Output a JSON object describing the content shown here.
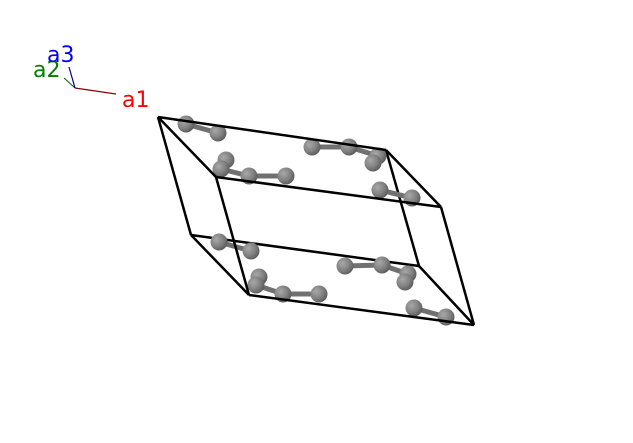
{
  "axes": {
    "a1": {
      "label": "a1",
      "color": "#ff0000",
      "line_color": "#8b0000"
    },
    "a2": {
      "label": "a2",
      "color": "#008000",
      "line_color": "#006400"
    },
    "a3": {
      "label": "a3",
      "color": "#0000ff",
      "line_color": "#00008b"
    }
  },
  "atom_color": "#808080",
  "cell_color": "#000000"
}
